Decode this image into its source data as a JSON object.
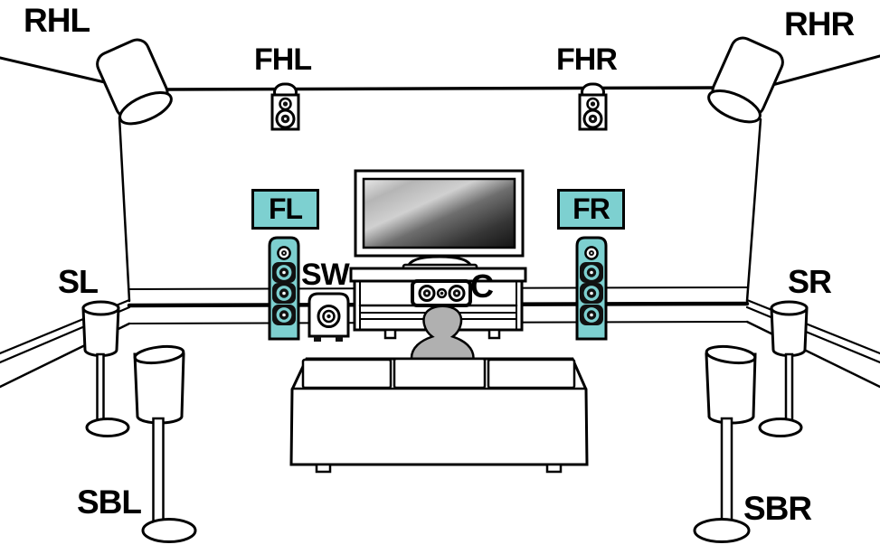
{
  "labels": {
    "rhl": "RHL",
    "fhl": "FHL",
    "fhr": "FHR",
    "rhr": "RHR",
    "fl": "FL",
    "fr": "FR",
    "sw": "SW",
    "c": "C",
    "sl": "SL",
    "sr": "SR",
    "sbl": "SBL",
    "sbr": "SBR"
  },
  "colors": {
    "highlight_teal": "#7dd0d0",
    "line_black": "#000000",
    "person_gray": "#b0b0b0"
  }
}
